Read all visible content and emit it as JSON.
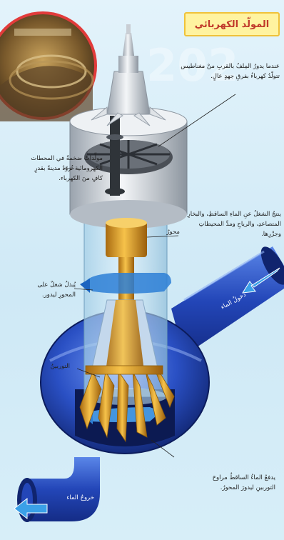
{
  "title": "المولّد الكهربائي",
  "watermark": "202",
  "labels": {
    "generator_desc": [
      "عندما يدورُ المِلفُ بالقربِ منْ مغناطيس",
      "تتولّدُ كهرباءُ بفرقِ جهدٍ عالٍ."
    ],
    "photo_caption": [
      "مولِّداتٌ ضخمةٌ في المحطات",
      "الكهرومائية تُزوّدُ مدينةً بقدرٍ",
      "كافٍ منَ الكهرباء."
    ],
    "work_source": [
      "ينتجُ الشغلُ عنِ الماءِ الساقطِ، والبخارِ",
      "المتصاعدِ، والرياحِ ومدِّ المحيطاتِ وجزْرِها."
    ],
    "shaft": "محورٌ",
    "work_on_shaft": [
      "يُبذلُ شغلٌ على",
      "المحورِ ليدور."
    ],
    "turbine": "التوربينُ",
    "water_in": "دخولُ الماء",
    "water_out": "خروجُ الماء",
    "falling_water": [
      "يدفعُ الماءُ الساقطُ مراوحَ",
      "التوربينِ ليدورَ المحورُ."
    ]
  },
  "colors": {
    "title_bg": "#fff3a0",
    "title_border": "#f0c23a",
    "title_text": "#c0392b",
    "pipe_blue": "#2a56c8",
    "shaft_gold": "#e0a020"
  }
}
